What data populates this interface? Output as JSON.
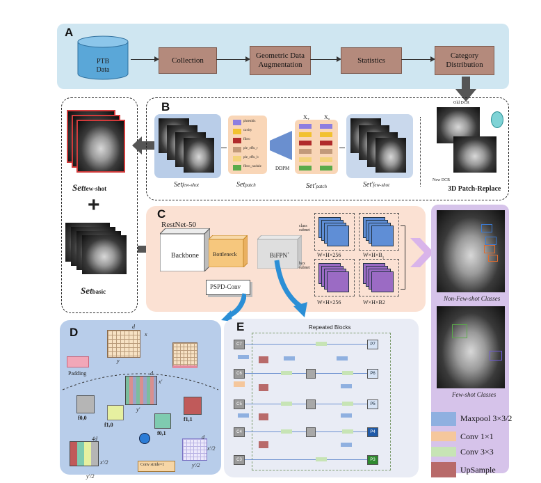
{
  "panels": {
    "a": {
      "letter": "A",
      "database_label": "PTB\nData",
      "steps": [
        "Collection",
        "Geometric Data Augmentation",
        "Statistics",
        "Category Distribution"
      ],
      "color": "#cfe6f1"
    },
    "b": {
      "letter": "B",
      "set_few_shot": "Set",
      "set_few_shot_sub": "few-shot",
      "set_patch": "Set",
      "set_patch_sub": "patch",
      "set_patch_prime": "Set′",
      "set_patch_prime_sub": "patch",
      "set_few_shot_prime": "Set′",
      "set_few_shot_prime_sub": "few-shot",
      "ddpm_label": "DDPM",
      "patch_items": [
        "phrenitis",
        "cavity",
        "fibro",
        "ple_effu_r",
        "ple_effu_b",
        "fibro_nodule"
      ],
      "x_labels": [
        "X",
        "X"
      ],
      "x_subs": [
        "T",
        "0"
      ],
      "old_dcr": "Old DCR",
      "new_dcr": "New DCR",
      "replace_title": "3D Patch-Replace"
    },
    "left": {
      "set_few_shot": "Set",
      "set_few_shot_sub": "few-shot",
      "plus": "+",
      "set_basic": "Set",
      "set_basic_sub": "basic"
    },
    "c": {
      "letter": "C",
      "backbone_title": "RestNet-50",
      "backbone": "Backbone",
      "bottleneck": "Bottleneck",
      "bifpn": "BiFPN",
      "bifpn_sup": "+",
      "pspd": "PSPD-Conv",
      "class_subnet": "class subnet",
      "box_subnet": "box subnet",
      "dims": [
        "W×H×256",
        "W×H×B",
        "W×H×256",
        "W×H×B2"
      ],
      "dim_sub": "1"
    },
    "right": {
      "non_few_shot": "Non-Few-shot Classes",
      "few_shot": "Few-shot Classes"
    },
    "d": {
      "letter": "D",
      "labels": [
        "d",
        "x",
        "y",
        "Padding",
        "d",
        "x′",
        "y′",
        "4d",
        "x′/2",
        "y′/2",
        "Conv stride=1",
        "d",
        "x′/2",
        "y′/2"
      ],
      "f_labels": [
        "f0,0",
        "f1,0",
        "f0,1",
        "f1,1"
      ]
    },
    "e": {
      "letter": "E",
      "title": "Repeated Blocks",
      "left_nodes": [
        "C7",
        "C6",
        "C5",
        "C4",
        "C3"
      ],
      "right_nodes": [
        "P7",
        "P6",
        "P5",
        "P4",
        "P3"
      ]
    },
    "legend": {
      "items": [
        {
          "label": "Maxpool 3×3/2",
          "color": "#8fb0e0"
        },
        {
          "label": "Conv 1×1",
          "color": "#f5c79c"
        },
        {
          "label": "Conv 3×3",
          "color": "#c7e4b5"
        },
        {
          "label": "UpSample",
          "color": "#b86a6a"
        }
      ]
    }
  }
}
